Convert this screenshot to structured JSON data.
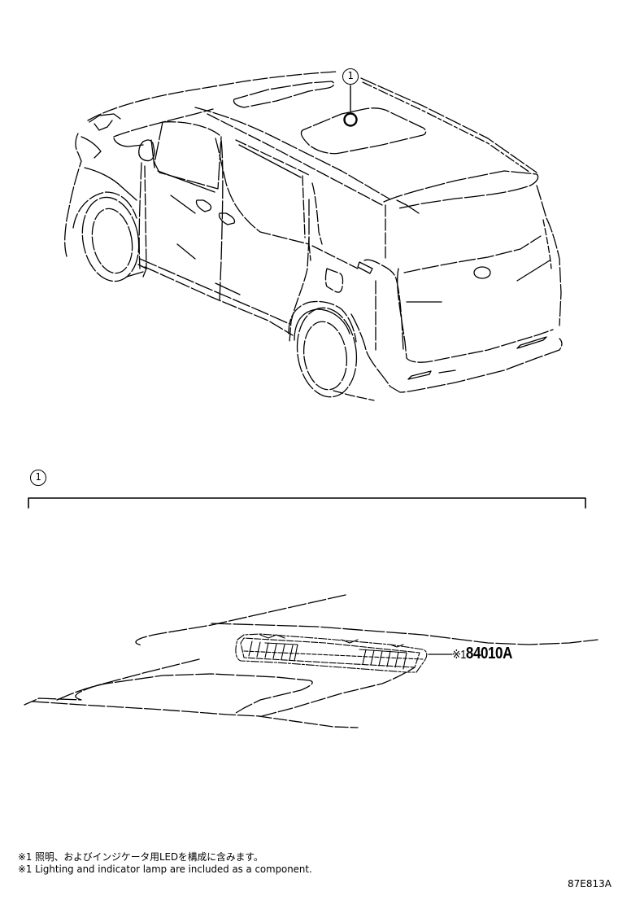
{
  "diagram": {
    "title": "Roof / interior lamp location diagram",
    "vehicle_view": "rear three-quarter view of minivan",
    "callouts": [
      {
        "id": "callout-1-vehicle",
        "label": "1",
        "target": "roof interior lamp position"
      },
      {
        "id": "callout-1-detail",
        "label": "1",
        "target": "detail section header"
      }
    ],
    "parts": [
      {
        "note_mark": "※1",
        "part_number": "84010A",
        "description": "roof console / interior lamp assembly"
      }
    ],
    "notes": [
      {
        "mark": "※1",
        "text": "照明、およびインジケータ用LEDを構成に含みます。"
      },
      {
        "mark": "※1",
        "text": "Lighting and indicator lamp are included as a component."
      }
    ],
    "diagram_id": "87E813A"
  },
  "colors": {
    "line": "#000000",
    "background": "#ffffff"
  }
}
